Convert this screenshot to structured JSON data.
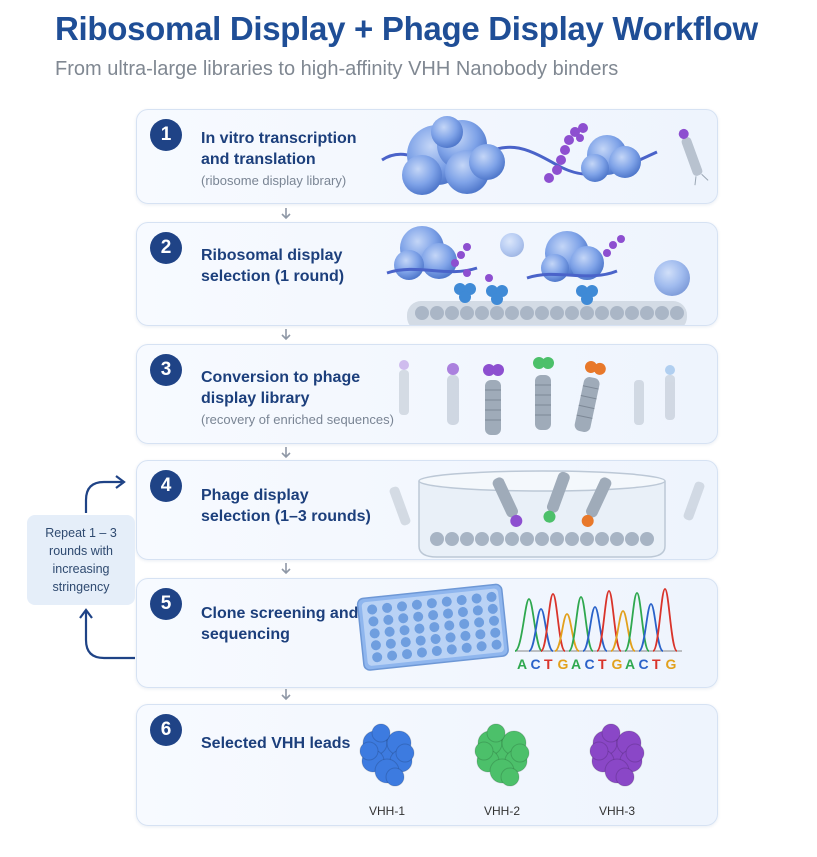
{
  "title": "Ribosomal Display + Phage Display Workflow",
  "subtitle": "From ultra-large libraries to high-affinity VHH Nanobody binders",
  "steps": [
    {
      "number": "1",
      "title": "In vitro transcription and translation",
      "subtitle": "(ribosome display library)"
    },
    {
      "number": "2",
      "title": "Ribosomal display selection (1 round)",
      "subtitle": ""
    },
    {
      "number": "3",
      "title": "Conversion to phage display library",
      "subtitle": "(recovery of enriched sequences)"
    },
    {
      "number": "4",
      "title": "Phage display selection (1–3 rounds)",
      "subtitle": ""
    },
    {
      "number": "5",
      "title": "Clone screening and sequencing",
      "subtitle": ""
    },
    {
      "number": "6",
      "title": "Selected VHH leads",
      "subtitle": ""
    }
  ],
  "repeat_note": "Repeat 1 – 3 rounds with increasing stringency",
  "sequence": {
    "letters": [
      "A",
      "C",
      "T",
      "G",
      "A",
      "C",
      "T",
      "G",
      "A",
      "C",
      "T",
      "G"
    ],
    "colors": {
      "A": "#2fa84f",
      "C": "#2a62c9",
      "T": "#d9342b",
      "G": "#e2a11d"
    }
  },
  "leads": [
    {
      "label": "VHH-1",
      "color": "#3d7be0"
    },
    {
      "label": "VHH-2",
      "color": "#4cc06a"
    },
    {
      "label": "VHH-3",
      "color": "#8a47c7"
    }
  ],
  "colors": {
    "title": "#1f4e96",
    "badge": "#1f4386",
    "ribosome": "#6e9be6",
    "phage": "#9aa6b4"
  }
}
